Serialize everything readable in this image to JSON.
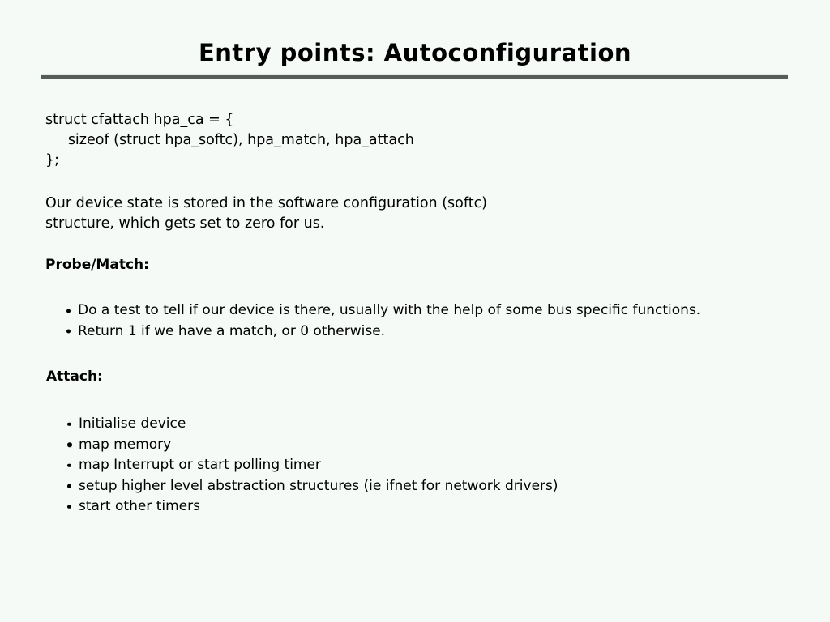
{
  "slide": {
    "title": "Entry points: Autoconfiguration",
    "background_color": "#f5faf7",
    "text_color": "#000000",
    "rule_color": "#565c58",
    "code_block": "struct cfattach hpa_ca = {\n     sizeof (struct hpa_softc), hpa_match, hpa_attach\n};",
    "paragraph": {
      "line1": "Our device state is stored in the software configuration (softc)",
      "line2": "structure, which gets set to zero for us."
    },
    "sections": [
      {
        "heading": "Probe/Match:",
        "bullets": [
          "Do a test to tell if our device is there, usually with the help of some bus specific functions.",
          "Return 1 if we have a match, or 0 otherwise."
        ]
      },
      {
        "heading": "Attach:",
        "bullets": [
          "Initialise device",
          "map memory",
          "map Interrupt or start polling timer",
          "setup higher level abstraction structures (ie ifnet for network drivers)",
          "start other timers"
        ]
      }
    ]
  }
}
